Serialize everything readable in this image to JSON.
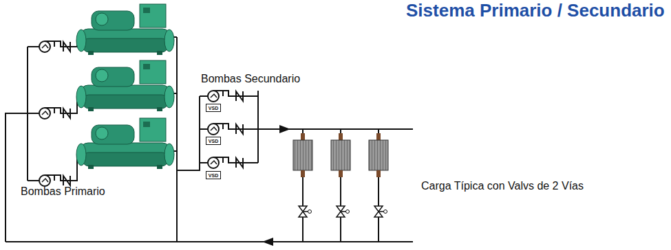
{
  "diagram": {
    "title": "Sistema Primario / Secundario",
    "nodes": [
      {
        "text": [
          "VSD"
        ]
      },
      {
        "text": [
          "VSD"
        ]
      },
      {
        "text": [
          "VSD"
        ]
      }
    ],
    "labels": [
      "Bombas Secundario",
      "Carga Típica con Valvs de 2 Vías",
      "Bombas Primario"
    ]
  }
}
